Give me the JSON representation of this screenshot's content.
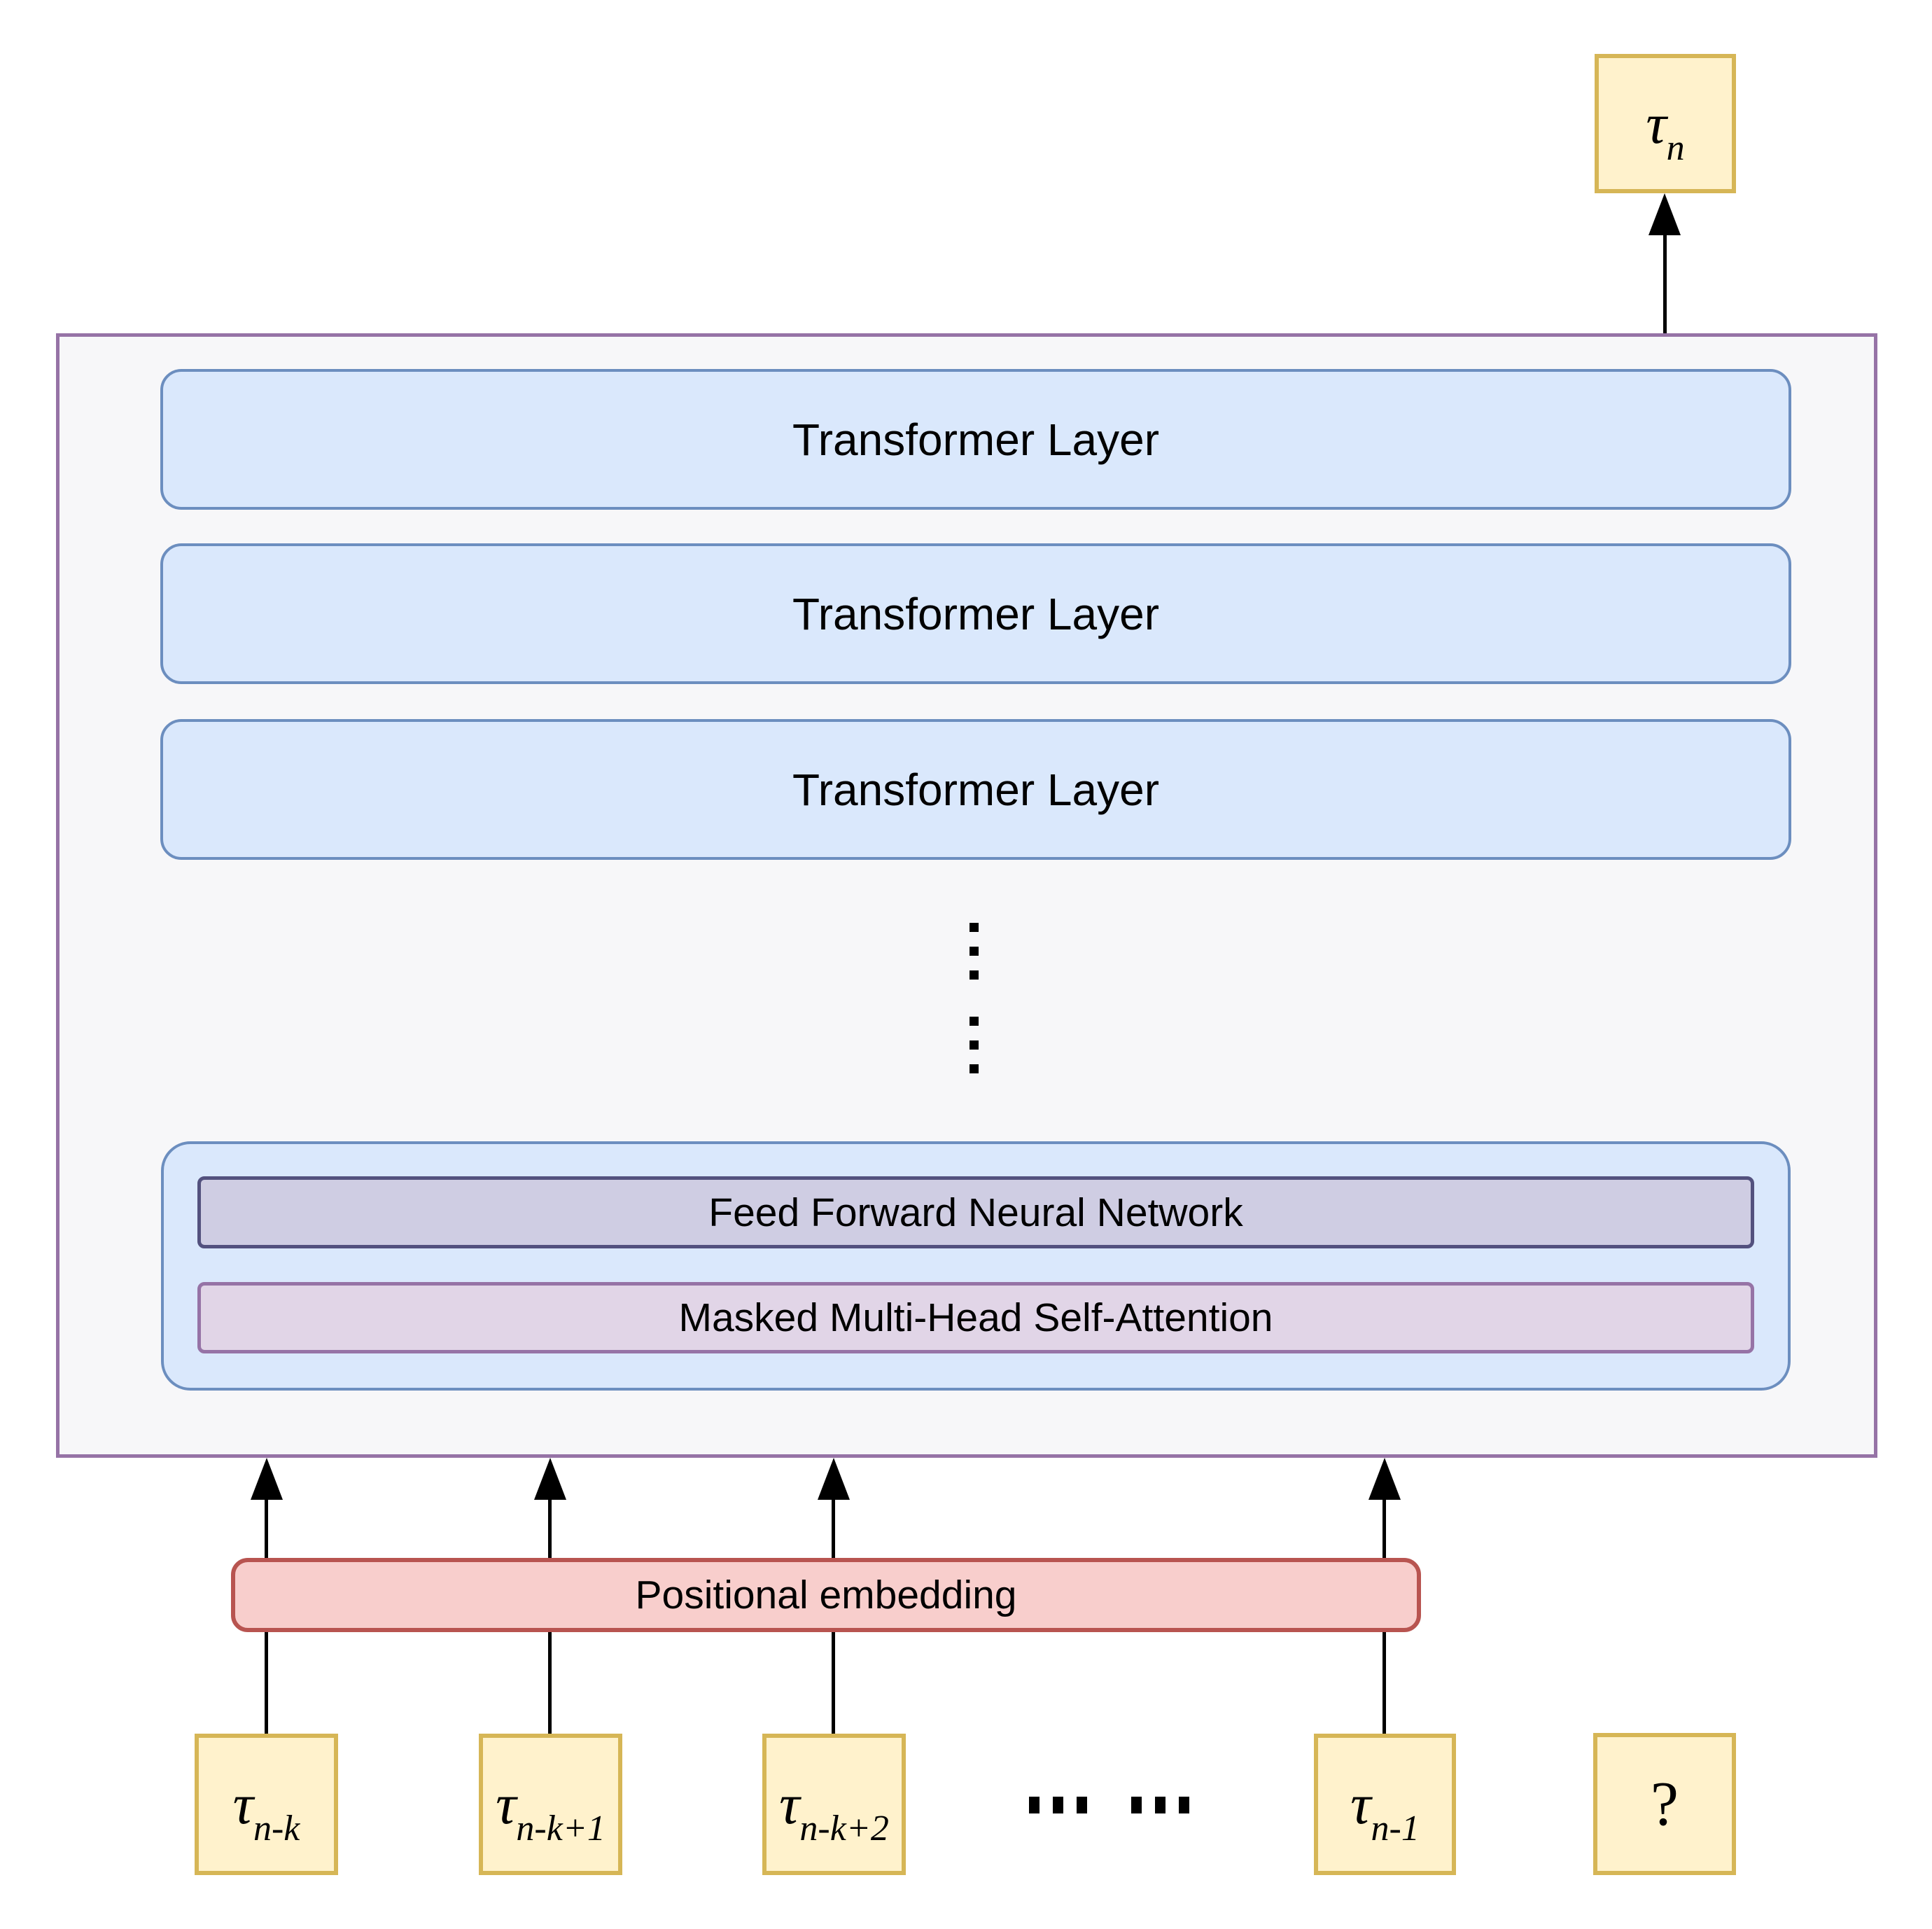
{
  "colors": {
    "page-bg": "#ffffff",
    "outer-fill": "#F7F7F9",
    "outer-stroke": "#9673A6",
    "layer-fill": "#DAE8FC",
    "layer-stroke": "#6C8EBF",
    "ffnn-fill": "#CFCDE3",
    "ffnn-stroke": "#53517E",
    "mhsa-fill": "#E1D5E7",
    "mhsa-stroke": "#9673A6",
    "pos-fill": "#F8CECC",
    "pos-stroke": "#B85450",
    "token-fill": "#FFF2CC",
    "token-stroke": "#D6B656",
    "arrow": "#000000"
  },
  "output_token": {
    "base": "τ",
    "subscript": "n"
  },
  "model": {
    "layers": [
      "Transformer Layer",
      "Transformer Layer",
      "Transformer Layer"
    ],
    "ffnn_label": "Feed Forward Neural Network",
    "mhsa_label": "Masked Multi-Head Self-Attention"
  },
  "positional_embedding": {
    "label": "Positional embedding"
  },
  "input_tokens": [
    {
      "base": "τ",
      "subscript": "n-k"
    },
    {
      "base": "τ",
      "subscript": "n-k+1"
    },
    {
      "base": "τ",
      "subscript": "n-k+2"
    },
    {
      "base": "τ",
      "subscript": "n-1"
    }
  ],
  "unknown_token": {
    "label": "?"
  }
}
